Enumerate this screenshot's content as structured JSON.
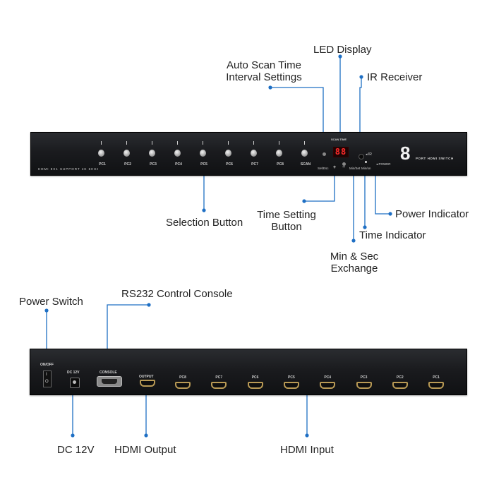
{
  "front_panel": {
    "model_text": "HDMI 8X1 SUPPORT 4K 60Hz",
    "selection_buttons": [
      "PC1",
      "PC2",
      "PC3",
      "PC4",
      "PC5",
      "PC6",
      "PC7",
      "PC8",
      "SCAN"
    ],
    "scan_time_label": "SCAN TIME",
    "led_value": "88",
    "ir_label": "IR",
    "power_label": "POWER",
    "brand_number": "8",
    "brand_text": "PORT HDMI SWITCH",
    "set_esc_label": "Set/Esc",
    "plus_label": "+",
    "minus_label": "−",
    "minset_label": "Min/Set",
    "minsec_label": "Min/on"
  },
  "rear_panel": {
    "on_off_label": "ON/OFF",
    "switch_on": "I",
    "switch_off": "O",
    "dc_label": "DC 12V",
    "console_label": "CONSOLE",
    "output_label": "OUTPUT",
    "inputs": [
      "PC8",
      "PC7",
      "PC6",
      "PC5",
      "PC4",
      "PC3",
      "PC2",
      "PC1"
    ]
  },
  "callouts": {
    "led_display": "LED Display",
    "auto_scan_line1": "Auto Scan Time",
    "auto_scan_line2": "Interval Settings",
    "ir_receiver": "IR Receiver",
    "selection_button": "Selection Button",
    "time_setting_line1": "Time Setting",
    "time_setting_line2": "Button",
    "power_indicator": "Power Indicator",
    "time_indicator": "Time Indicator",
    "min_sec_line1": "Min & Sec",
    "min_sec_line2": "Exchange",
    "power_switch": "Power Switch",
    "rs232": "RS232 Control Console",
    "dc12v": "DC 12V",
    "hdmi_output": "HDMI Output",
    "hdmi_input": "HDMI Input"
  },
  "colors": {
    "callout_line": "#1e6fc4",
    "chassis": "#1a1b1e",
    "led": "#ff2a2a",
    "hdmi_port_frame": "#b99a55"
  }
}
